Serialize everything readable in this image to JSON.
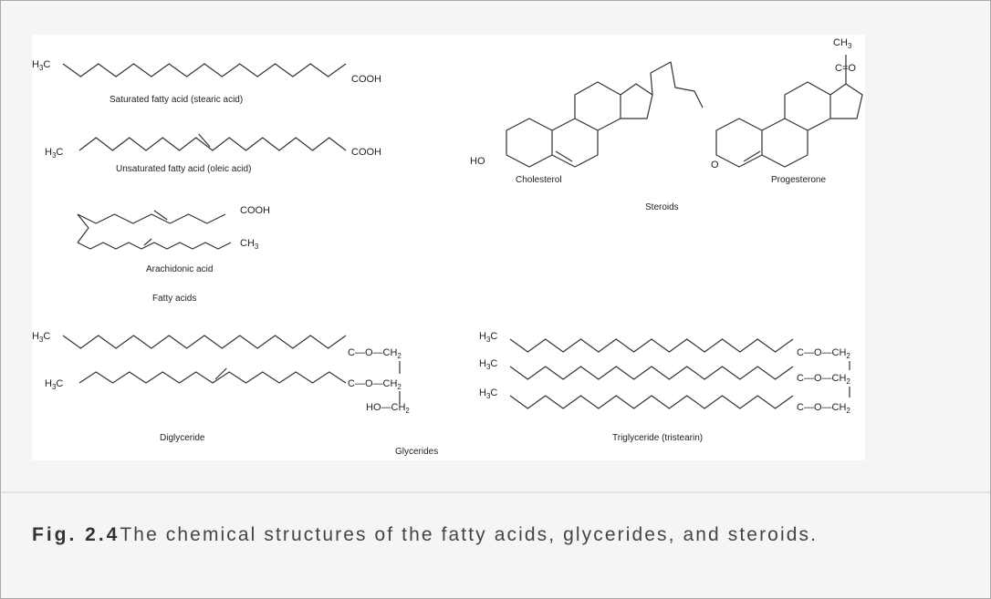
{
  "figure": {
    "atoms": {
      "h3c": "H",
      "c": "C",
      "three": "3",
      "two": "2",
      "cooh": "COOH",
      "ch": "CH",
      "ho": "HO",
      "o": "O",
      "ester_c": "C",
      "ester_o": "O",
      "ho_ch": "HO",
      "ketone_o": "O"
    },
    "labels": {
      "stearic": "Saturated fatty acid (stearic acid)",
      "oleic": "Unsaturated fatty acid (oleic acid)",
      "arachidonic": "Arachidonic acid",
      "fatty_acids": "Fatty acids",
      "cholesterol": "Cholesterol",
      "progesterone": "Progesterone",
      "steroids": "Steroids",
      "diglyceride": "Diglyceride",
      "triglyceride": "Triglyceride (tristearin)",
      "glycerides": "Glycerides"
    }
  },
  "caption": {
    "label": "Fig. 2.4",
    "text": "The chemical structures of the fatty acids, glycerides, and steroids."
  }
}
